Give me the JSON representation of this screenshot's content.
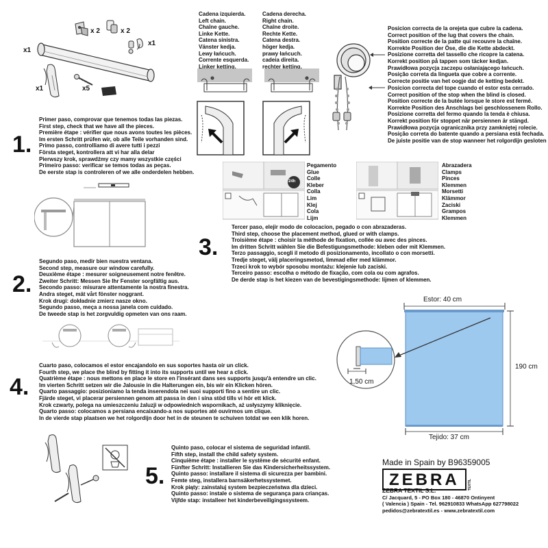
{
  "step1": {
    "number": "1.",
    "qty": {
      "main": "x1",
      "brackets": "x 2",
      "caps": "x 2",
      "stopper": "x1",
      "clip": "x1",
      "screws": "x5"
    },
    "lines": [
      "Primer paso, comprovar que tenemos todas las piezas.",
      "First step, check that we have all the pieces.",
      "Première étape : vérifier que nous avons toutes les pièces.",
      "Im ersten Schritt prüfen wir, ob alle Teile vorhanden sind.",
      "Primo passo, controlliamo di avere tutti i pezzi",
      "Första steget, kontrollera att vi har alla delar",
      "Pierwszy krok, sprawdźmy czy mamy wszystkie części",
      "Primeiro passo: verificar se temos todas as peças.",
      "De eerste stap is controleren of we alle onderdelen hebben."
    ]
  },
  "chain": {
    "left": [
      "Cadena izquierda.",
      "Left chain.",
      "Chaîne gauche.",
      "Linke Kette.",
      "Catena sinistra.",
      "Vänster kedja.",
      "Lewy łańcuch.",
      "Corrente esquerda.",
      "Linker ketting."
    ],
    "right": [
      "Cadena derecha.",
      "Right chain.",
      "Chaîne droite.",
      "Rechte Kette.",
      "Catena destra.",
      "höger kedja.",
      "prawy łańcuch.",
      "cadeia direita.",
      "rechter ketting."
    ]
  },
  "lug": [
    "Posicion correcta de la orejeta que cubre la cadena.",
    "Correct position of the lug that covers the chain.",
    "Position correcte de la patte qui recouvre la chaîne.",
    "Korrekte Position der Öse, die die Kette abdeckt.",
    "Posizione corretta del tassello che ricopre la catena.",
    "Korrekt position på tappen som täcker kedjan.",
    "Prawidłowa pozycja zaczepu osłaniającego łańcuch.",
    "Posição correta da lingueta que cobre a corrente.",
    "Correcte positie van het oogje dat de ketting bedekt."
  ],
  "stop": [
    "Posicion correcta del tope cuando el estor esta cerrado.",
    "Correct position of the stop when the blind is closed.",
    "Position correcte de la butée lorsque le store est fermé.",
    "Korrekte Position des Anschlags bei geschlossenem Rollo.",
    "Posizione corretta del fermo quando la tenda è chiusa.",
    "Korrekt position för stoppet när persiennen är stängd.",
    "Prawidłowa pozycja ogranicznika przy zamkniętej rolecie.",
    "Posição correta do batente quando a persiana está fechada.",
    "De juiste positie van de stop wanneer het rolgordijn gesloten is."
  ],
  "glue": {
    "badge": "24h",
    "words": [
      "Pegamento",
      "Glue",
      "Colle",
      "Kleber",
      "Colla",
      "Lim",
      "Klej",
      "Cola",
      "Lijm"
    ]
  },
  "clamps": {
    "words": [
      "Abrazadera",
      "Clamps",
      "Pinces",
      "Klemmen",
      "Morsetti",
      "Klämmor",
      "Zaciski",
      "Grampos",
      "Klemmen"
    ]
  },
  "step2": {
    "number": "2.",
    "lines": [
      "Segundo paso, medir bien nuestra ventana.",
      "Second step, measure our window carefully.",
      "Deuxième étape : mesurer soigneusement notre fenêtre.",
      "Zweiter Schritt: Messen Sie Ihr Fenster sorgfältig aus.",
      "Secondo passo: misurare attentamente la nostra finestra.",
      "Andra steget, mät vårt fönster noggrant.",
      "Krok drugi: dokładnie zmierz nasze okno.",
      "Segundo passo, meça a nossa janela com cuidado.",
      "De tweede stap is het zorgvuldig opmeten van ons raam."
    ]
  },
  "step3": {
    "number": "3.",
    "lines": [
      "Tercer paso, elejir modo de colocacion, pegado o con abrazaderas.",
      "Third step, choose the placement method, glued or with clamps.",
      "Troisième étape : choisir la méthode de fixation, collée ou avec des pinces.",
      "Im dritten Schritt wählen Sie die Befestigungsmethode: kleben oder mit Klemmen.",
      "Terzo passaggio, scegli il metodo di posizionamento, incollato o con morsetti.",
      "Tredje steget, välj placeringsmetod, limmad eller med klämmor.",
      "Trzeci krok to wybór sposobu montażu: klejenie lub zaciski.",
      "Terceiro passo: escolha o método de fixação, com cola ou com agrafos.",
      "De derde stap is het kiezen van de bevestigingsmethode: lijmen of klemmen."
    ]
  },
  "step4": {
    "number": "4.",
    "lines": [
      "Cuarto paso, colocamos el estor encajandolo en sus soportes hasta oir un click.",
      "Fourth step, we place the blind by fitting it into its supports until we hear a click.",
      "Quatrième étape : nous mettons en place le store en l'insérant dans ses supports jusqu'à entendre un clic.",
      "Im vierten Schritt setzen wir die Jalousie in die Halterungen ein, bis wir ein Klicken hören.",
      "Quarto passaggio: posizioniamo la tenda inserendola nei suoi supporti fino a sentire un clic.",
      "Fjärde steget, vi placerar persiennen genom att passa in den i sina stöd tills vi hör ett klick.",
      "Krok czwarty, polega na umieszczeniu żaluzji w odpowiednich wspornikach, aż usłyszymy kliknięcie.",
      "Quarto passo: colocamos a persiana encaixando-a nos suportes até ouvirmos um clique.",
      "In de vierde stap plaatsen we het rolgordijn door het in de steunen te schuiven totdat we een klik horen."
    ]
  },
  "step5": {
    "number": "5.",
    "lines": [
      "Quinto paso, colocar el sistema de seguridad infantil.",
      "Fifth step, install the child safety system.",
      "Cinquième étape : installer le système de sécurité enfant.",
      "Fünfter Schritt: Installieren Sie das Kindersicherheitssystem.",
      "Quinto passo: installare il sistema di sicurezza per bambini.",
      "Femte steg, installera barnsäkerhetssystemet.",
      "Krok piąty: zainstaluj system bezpieczeństwa dla dzieci.",
      "Quinto passo: instale o sistema de segurança para crianças.",
      "Vijfde stap: installeer het kinderbeveiligingssysteem."
    ]
  },
  "dimensions": {
    "estor": "Estor:   40 cm",
    "height": "190 cm",
    "tejido": "Tejido:   37 cm",
    "gap": "1,50 cm"
  },
  "footer": {
    "made_in": "Made in Spain by B96359005",
    "brand": "ZEBRA",
    "brand_small": "TEXTIL",
    "company": "ZEBRA TEXTIL S.L.",
    "address1": "C/ Jacquard, 5 - PO Box 180 - 46870 Ontinyent",
    "address2": "( Valencia ) Spain - Tel. 962910833  WhatsApp 627798022",
    "contact": "pedidos@zebratextil.es - www.zebratextil.com"
  },
  "colors": {
    "fabric": "#9ec9ef",
    "fabric_edge": "#5a8fc0",
    "gray": "#bdbdbd"
  }
}
